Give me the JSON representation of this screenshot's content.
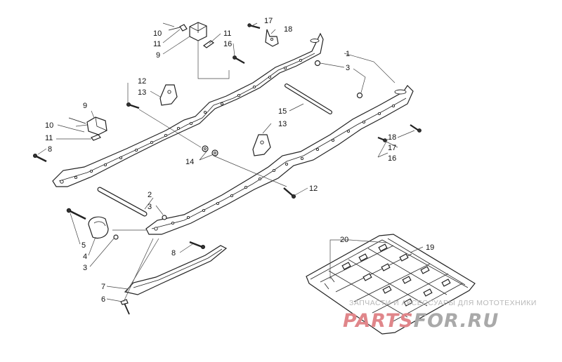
{
  "diagram": {
    "callouts": [
      {
        "id": "c1",
        "text": "1"
      },
      {
        "id": "c2",
        "text": "2"
      },
      {
        "id": "c3a",
        "text": "3"
      },
      {
        "id": "c3b",
        "text": "3"
      },
      {
        "id": "c3c",
        "text": "3"
      },
      {
        "id": "c4",
        "text": "4"
      },
      {
        "id": "c5",
        "text": "5"
      },
      {
        "id": "c6",
        "text": "6"
      },
      {
        "id": "c7",
        "text": "7"
      },
      {
        "id": "c8a",
        "text": "8"
      },
      {
        "id": "c8b",
        "text": "8"
      },
      {
        "id": "c9a",
        "text": "9"
      },
      {
        "id": "c9b",
        "text": "9"
      },
      {
        "id": "c10a",
        "text": "10"
      },
      {
        "id": "c10b",
        "text": "10"
      },
      {
        "id": "c11a",
        "text": "11"
      },
      {
        "id": "c11b",
        "text": "11"
      },
      {
        "id": "c11c",
        "text": "11"
      },
      {
        "id": "c12a",
        "text": "12"
      },
      {
        "id": "c12b",
        "text": "12"
      },
      {
        "id": "c13a",
        "text": "13"
      },
      {
        "id": "c13b",
        "text": "13"
      },
      {
        "id": "c14",
        "text": "14"
      },
      {
        "id": "c15",
        "text": "15"
      },
      {
        "id": "c16a",
        "text": "16"
      },
      {
        "id": "c16b",
        "text": "16"
      },
      {
        "id": "c17a",
        "text": "17"
      },
      {
        "id": "c17b",
        "text": "17"
      },
      {
        "id": "c18a",
        "text": "18"
      },
      {
        "id": "c18b",
        "text": "18"
      },
      {
        "id": "c19",
        "text": "19"
      },
      {
        "id": "c20",
        "text": "20"
      }
    ]
  },
  "watermark": {
    "tagline": "ЗАПЧАСТИ И АКСЕССУАРЫ ДЛЯ МОТОТЕХНИКИ",
    "logo_left": "PARTS",
    "logo_right": "FOR.RU",
    "logo_left_color": "#e0868a",
    "logo_right_color": "#a9a9a9"
  }
}
